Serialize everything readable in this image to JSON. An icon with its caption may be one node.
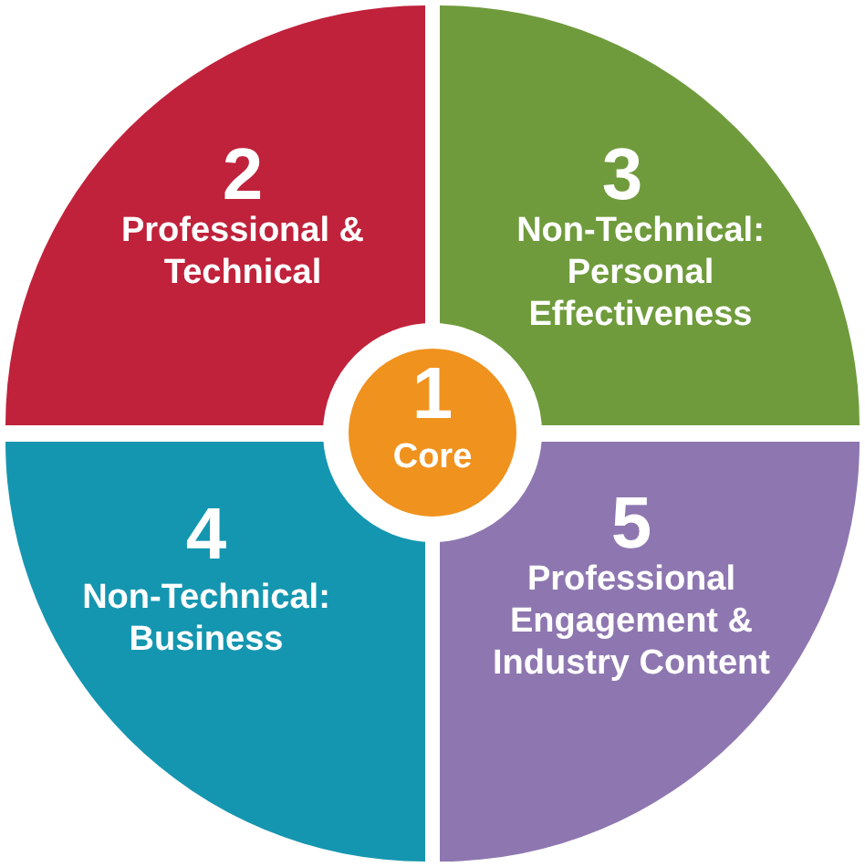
{
  "diagram": {
    "nodes": [
      {
        "text": [
          "2",
          "Professional & Technical"
        ]
      },
      {
        "text": [
          "3",
          "Non-Technical: Personal Effectiveness"
        ]
      },
      {
        "text": [
          "1",
          "Core"
        ]
      },
      {
        "text": [
          "4",
          "Non-Technical: Business"
        ]
      },
      {
        "text": [
          "5",
          "Professional Engagement & Industry Content"
        ]
      }
    ]
  }
}
